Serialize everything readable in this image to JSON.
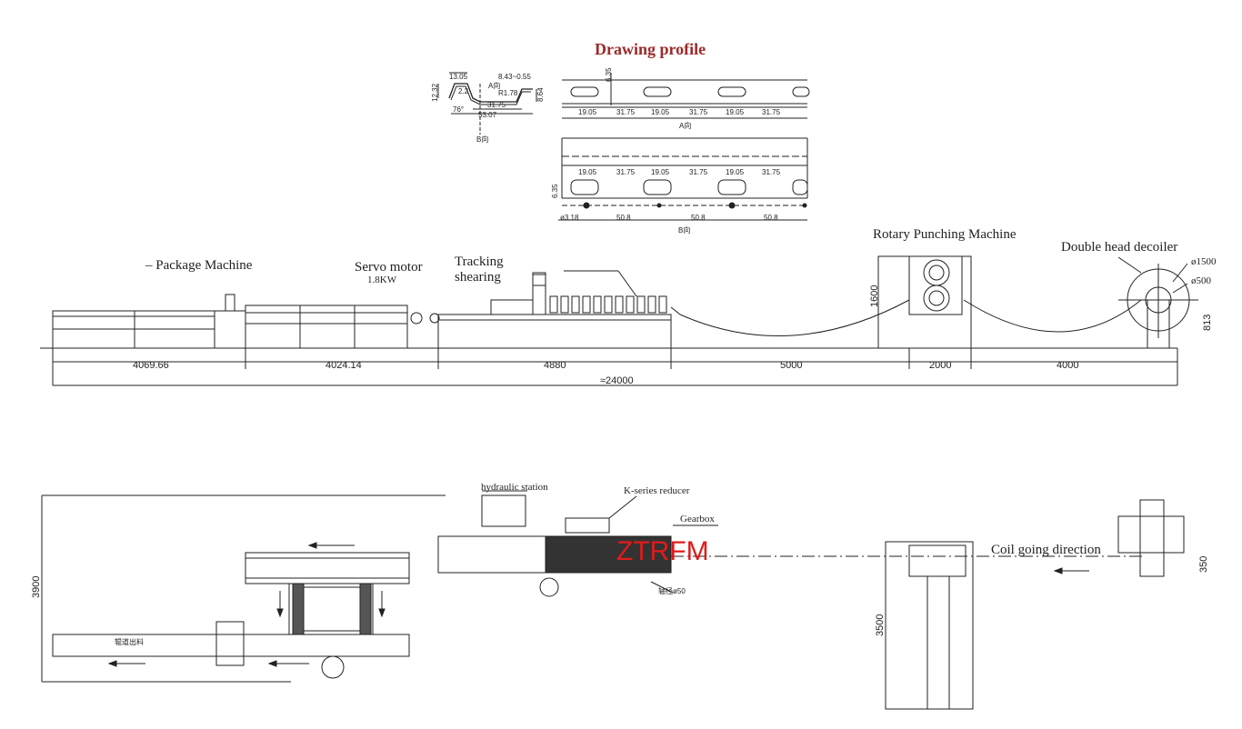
{
  "title": "Drawing profile",
  "watermark": "ZTRFM",
  "colors": {
    "title": "#9b2a2a",
    "watermark": "#e01b1b",
    "line": "#222222"
  },
  "profile": {
    "section_dims": [
      "13.05",
      "8.43~0.55",
      "12.32",
      "2.2",
      "A向",
      "R1.78",
      "8.64",
      "31.75",
      "76°",
      "53.07"
    ],
    "section_view": "B向",
    "holes_top": [
      "19.05",
      "31.75",
      "19.05",
      "31.75",
      "19.05",
      "31.75"
    ],
    "holes_top_h": "6.35",
    "top_view": "A向",
    "holes_bottom": [
      "19.05",
      "31.75",
      "19.05",
      "31.75",
      "19.05",
      "31.75"
    ],
    "holes_bottom_h": "6.35",
    "pitch": [
      "50.8",
      "50.8",
      "50.8"
    ],
    "hole_dia": "ø3.18",
    "bottom_view": "B向"
  },
  "elevation": {
    "package_machine": "Package Machine",
    "servo_motor": "Servo motor",
    "servo_power": "1.8KW",
    "tracking_line1": "Tracking",
    "tracking_line2": "shearing",
    "rotary_punching": "Rotary Punching Machine",
    "decoiler": "Double head decoiler",
    "dia_outer": "ø1500",
    "dia_inner": "ø500",
    "h_1600": "1600",
    "h_813": "813",
    "segments": [
      "4069.66",
      "4024.14",
      "4880",
      "5000",
      "2000",
      "4000"
    ],
    "total": "≈24000"
  },
  "plan": {
    "hydraulic_station": "hydraulic station",
    "reducer": "K-series reducer",
    "gearbox": "Gearbox",
    "coil_direction": "Coil going direction",
    "width_3900": "3900",
    "width_3500": "3500",
    "width_350": "350",
    "shaft": "轴径ø50",
    "exit_table": "辊道出料"
  }
}
